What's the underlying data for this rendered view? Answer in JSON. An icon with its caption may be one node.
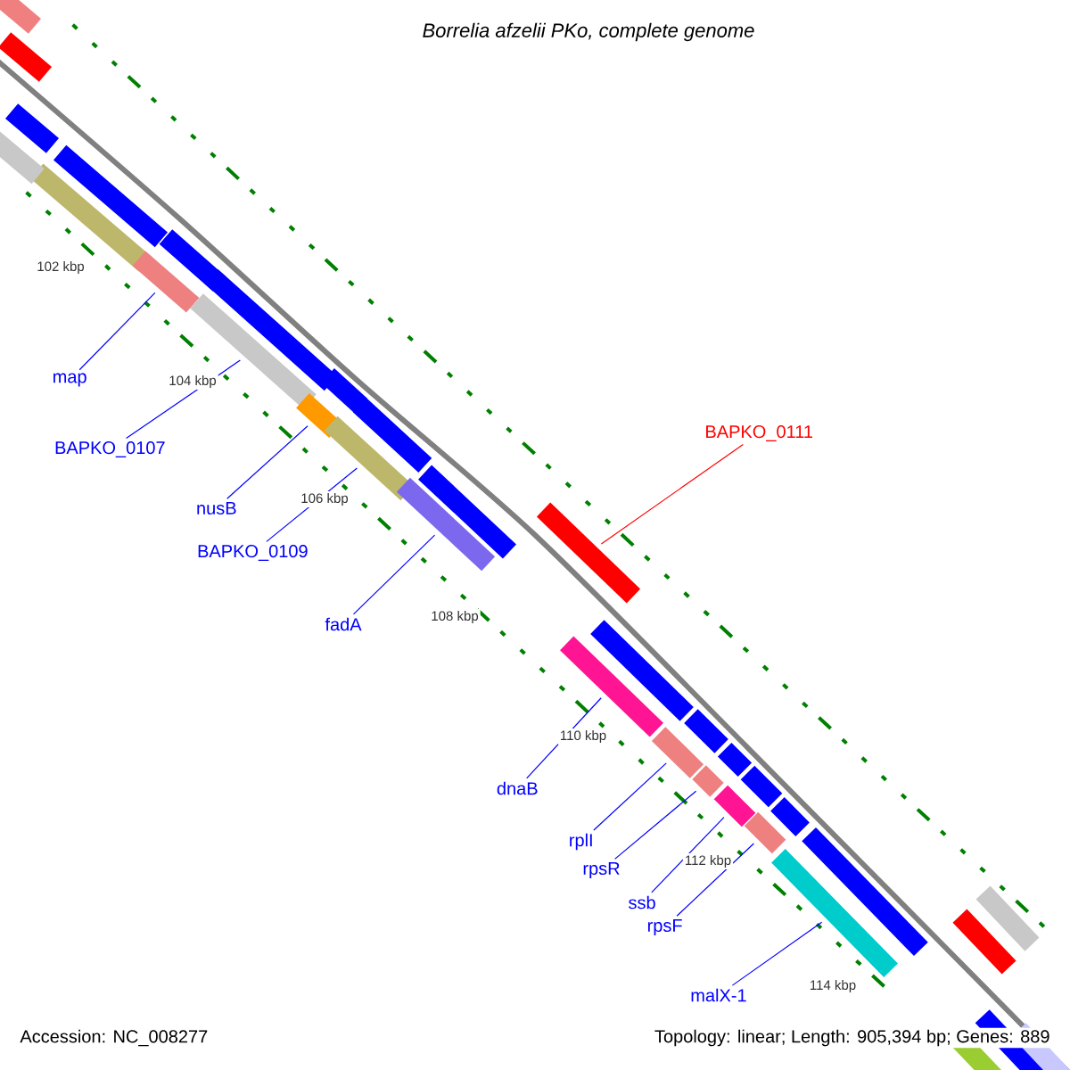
{
  "diagram": {
    "title": "Borrelia afzelii PKo, complete genome",
    "nodes": [
      {
        "text": [
          "map"
        ]
      },
      {
        "text": [],
        "shape": "bar"
      },
      {
        "text": [
          "BAPKO_0107"
        ]
      },
      {
        "text": [],
        "shape": "bar"
      },
      {
        "text": [
          "nusB"
        ]
      },
      {
        "text": [],
        "shape": "bar"
      },
      {
        "text": [
          "BAPKO_0109"
        ]
      },
      {
        "text": [],
        "shape": "bar"
      },
      {
        "text": [
          "fadA"
        ]
      },
      {
        "text": [],
        "shape": "bar"
      },
      {
        "text": [
          "BAPKO_0111"
        ]
      },
      {
        "text": [],
        "shape": "bar"
      },
      {
        "text": [
          "dnaB"
        ]
      },
      {
        "text": [],
        "shape": "bar"
      },
      {
        "text": [
          "rplI"
        ]
      },
      {
        "text": [],
        "shape": "bar"
      },
      {
        "text": [
          "rpsR"
        ]
      },
      {
        "text": [],
        "shape": "bar"
      },
      {
        "text": [
          "ssb"
        ]
      },
      {
        "text": [],
        "shape": "bar"
      },
      {
        "text": [
          "rpsF"
        ]
      },
      {
        "text": [],
        "shape": "bar"
      },
      {
        "text": [
          "malX-1"
        ]
      },
      {
        "text": [],
        "shape": "bar"
      }
    ],
    "edges": [
      {
        "from": 0,
        "to": 1,
        "arrow": "none"
      },
      {
        "from": 2,
        "to": 3,
        "arrow": "none"
      },
      {
        "from": 4,
        "to": 5,
        "arrow": "none"
      },
      {
        "from": 6,
        "to": 7,
        "arrow": "none"
      },
      {
        "from": 8,
        "to": 9,
        "arrow": "none"
      },
      {
        "from": 10,
        "to": 11,
        "arrow": "none",
        "color": "#ff0000"
      },
      {
        "from": 12,
        "to": 13,
        "arrow": "none"
      },
      {
        "from": 14,
        "to": 15,
        "arrow": "none"
      },
      {
        "from": 16,
        "to": 17,
        "arrow": "none"
      },
      {
        "from": 18,
        "to": 19,
        "arrow": "none"
      },
      {
        "from": 20,
        "to": 21,
        "arrow": "none"
      },
      {
        "from": 22,
        "to": 23,
        "arrow": "none"
      }
    ],
    "labels": [
      "102 kbp",
      "104 kbp",
      "106 kbp",
      "108 kbp",
      "110 kbp",
      "112 kbp",
      "114 kbp",
      "Accession: NC_008277",
      "Topology: linear; Length: 905,394 bp; Genes: 889"
    ]
  }
}
